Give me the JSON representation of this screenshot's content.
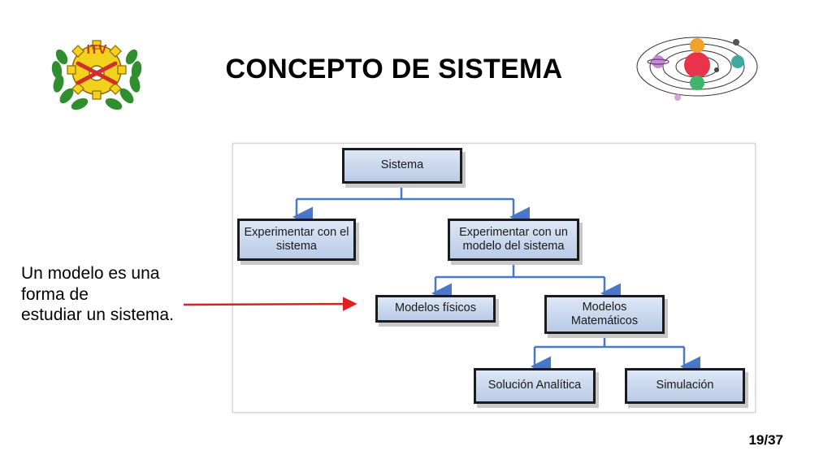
{
  "slide": {
    "title": "CONCEPTO DE SISTEMA",
    "page_number": "19/37",
    "logo_left_text": "ITV"
  },
  "note": {
    "lines": [
      "Un modelo es una",
      "forma de",
      "estudiar un sistema."
    ]
  },
  "diagram": {
    "nodes": {
      "sistema": "Sistema",
      "experimentar_sistema": "Experimentar con el sistema",
      "experimentar_modelo": "Experimentar con un modelo del sistema",
      "modelos_fisicos": "Modelos físicos",
      "modelos_matematicos": "Modelos Matemáticos",
      "solucion_analitica": "Solución Analítica",
      "simulacion": "Simulación"
    },
    "edges": [
      [
        "sistema",
        "experimentar_sistema"
      ],
      [
        "sistema",
        "experimentar_modelo"
      ],
      [
        "experimentar_modelo",
        "modelos_fisicos"
      ],
      [
        "experimentar_modelo",
        "modelos_matematicos"
      ],
      [
        "modelos_matematicos",
        "solucion_analitica"
      ],
      [
        "modelos_matematicos",
        "simulacion"
      ]
    ],
    "connector_color": "#4a78c9",
    "node_border_color": "#1b1b1b",
    "node_fill_color": "#c9d7ee"
  },
  "pointer_arrow": {
    "color": "#e02020"
  }
}
